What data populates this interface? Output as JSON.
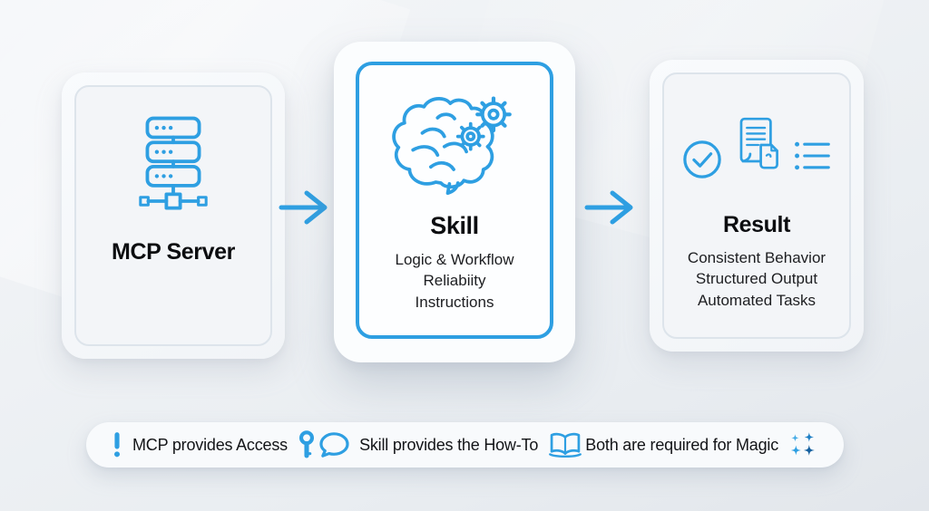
{
  "palette": {
    "accent": "#2e9fe2",
    "accent_dark": "#1c7ec4",
    "accent_darker": "#15609f",
    "accent_light": "#45abe6",
    "heading_text": "#0c0d10",
    "body_text": "#1d1e21",
    "card_border": "#dde4eb",
    "background": "#eef1f4"
  },
  "cards": {
    "mcp": {
      "title": "MCP Server",
      "icon": "server-stack-icon"
    },
    "skill": {
      "title": "Skill",
      "icon": "brain-gears-icon",
      "highlighted": true,
      "lines": [
        "Logic & Workflow",
        "Reliabiity",
        "Instructions"
      ]
    },
    "result": {
      "title": "Result",
      "icons": [
        "check-circle-icon",
        "document-tag-icon",
        "checklist-icon"
      ],
      "lines": [
        "Consistent Behavior",
        "Structured Output",
        "Automated Tasks"
      ]
    }
  },
  "arrows": {
    "count": 2,
    "direction": "right"
  },
  "footer": {
    "items": [
      {
        "text": "MCP provides Access",
        "leading_icon": "exclamation-icon",
        "trailing_icon": "key-icon"
      },
      {
        "text": "Skill provides the How-To",
        "leading_icon": "speech-bubble-icon",
        "trailing_icon": "open-book-icon"
      },
      {
        "text": "Both are required for Magic",
        "trailing_icon": "sparkles-icon"
      }
    ]
  }
}
